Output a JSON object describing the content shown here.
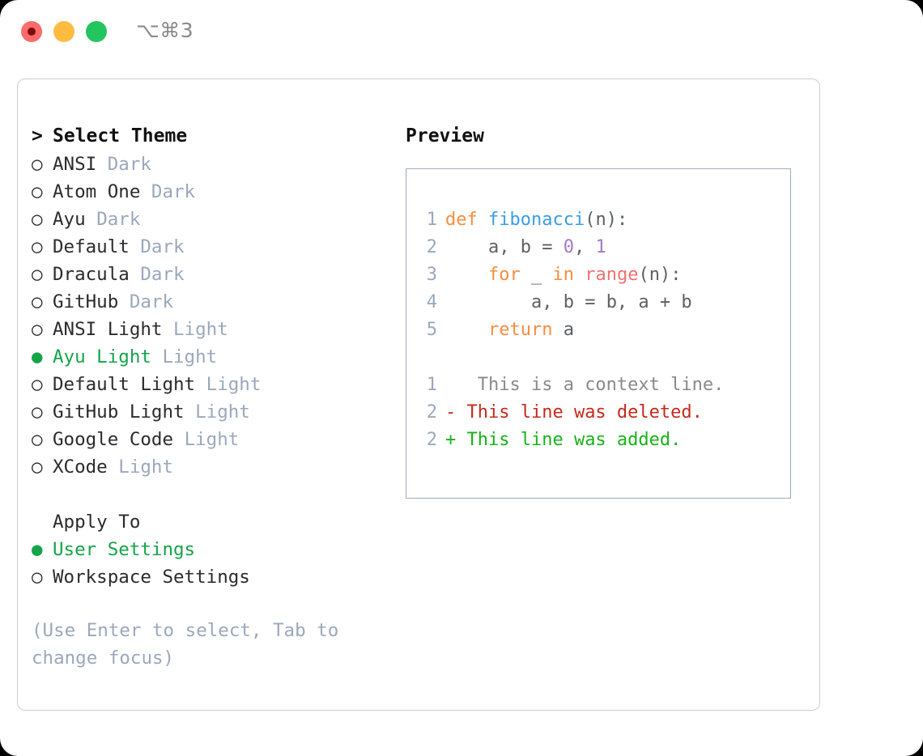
{
  "titlebar": {
    "shortcut": "⌥⌘3",
    "traffic_lights": {
      "close": "#FF6B6B",
      "minimize": "#FCBC40",
      "maximize": "#22C55E",
      "recording_inner": "#7A0E0E"
    }
  },
  "theme_selector": {
    "header_marker": ">",
    "header_label": "Select Theme",
    "selected_theme": "Ayu Light",
    "marker_selected": "●",
    "marker_unselected": "○",
    "accent_color": "#14A44A",
    "dim_color": "#9BA8BC",
    "items": [
      {
        "name": "ANSI",
        "variant": "Dark",
        "selected": false
      },
      {
        "name": "Atom One",
        "variant": "Dark",
        "selected": false
      },
      {
        "name": "Ayu",
        "variant": "Dark",
        "selected": false
      },
      {
        "name": "Default",
        "variant": "Dark",
        "selected": false
      },
      {
        "name": "Dracula",
        "variant": "Dark",
        "selected": false
      },
      {
        "name": "GitHub",
        "variant": "Dark",
        "selected": false
      },
      {
        "name": "ANSI Light",
        "variant": "Light",
        "selected": false
      },
      {
        "name": "Ayu Light",
        "variant": "Light",
        "selected": true
      },
      {
        "name": "Default Light",
        "variant": "Light",
        "selected": false
      },
      {
        "name": "GitHub Light",
        "variant": "Light",
        "selected": false
      },
      {
        "name": "Google Code",
        "variant": "Light",
        "selected": false
      },
      {
        "name": "XCode",
        "variant": "Light",
        "selected": false
      }
    ]
  },
  "apply_to": {
    "header_label": "Apply To",
    "selected_option": "User Settings",
    "options": [
      {
        "label": "User Settings",
        "selected": true
      },
      {
        "label": "Workspace Settings",
        "selected": false
      }
    ]
  },
  "hint": {
    "text": "(Use Enter to select, Tab to change focus)"
  },
  "preview": {
    "title": "Preview",
    "code_lines": [
      {
        "number": "1",
        "tokens": [
          {
            "text": "def ",
            "type": "kw"
          },
          {
            "text": "fibonacci",
            "type": "fn"
          },
          {
            "text": "(n):",
            "type": "punct"
          }
        ]
      },
      {
        "number": "2",
        "tokens": [
          {
            "text": "    a, b ",
            "type": "var"
          },
          {
            "text": "= ",
            "type": "punct"
          },
          {
            "text": "0",
            "type": "num"
          },
          {
            "text": ", ",
            "type": "punct"
          },
          {
            "text": "1",
            "type": "num"
          }
        ]
      },
      {
        "number": "3",
        "tokens": [
          {
            "text": "    for ",
            "type": "kw"
          },
          {
            "text": "_ ",
            "type": "var"
          },
          {
            "text": "in ",
            "type": "kw"
          },
          {
            "text": "range",
            "type": "builtin"
          },
          {
            "text": "(n):",
            "type": "punct"
          }
        ]
      },
      {
        "number": "4",
        "tokens": [
          {
            "text": "        a, b ",
            "type": "var"
          },
          {
            "text": "= ",
            "type": "punct"
          },
          {
            "text": "b, a + b",
            "type": "var"
          }
        ]
      },
      {
        "number": "5",
        "tokens": [
          {
            "text": "    return ",
            "type": "kw"
          },
          {
            "text": "a",
            "type": "var"
          }
        ]
      }
    ],
    "diff_lines": [
      {
        "number": "1",
        "sign": " ",
        "text": "  This is a context line.",
        "kind": "ctx"
      },
      {
        "number": "2",
        "sign": "-",
        "text": " This line was deleted.",
        "kind": "del"
      },
      {
        "number": "2",
        "sign": "+",
        "text": " This line was added.",
        "kind": "add"
      }
    ],
    "colors": {
      "keyword": "#FA8D3E",
      "function": "#399EE6",
      "number": "#A37ACC",
      "builtin": "#F07171",
      "variable": "#5C6166",
      "lineno": "#9BA8BC",
      "diff_context": "#8A8A8A",
      "diff_deleted": "#C42B1C",
      "diff_added": "#18B318",
      "panel_border": "#9FACBF"
    }
  }
}
